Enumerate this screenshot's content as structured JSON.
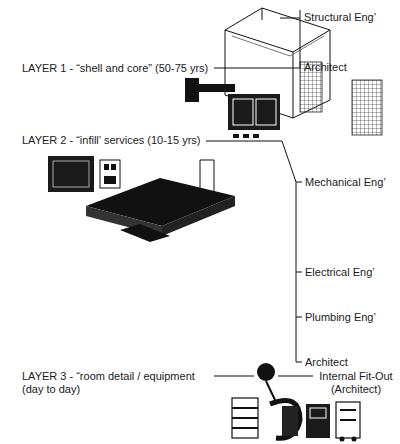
{
  "diagram": {
    "labels": [
      "LAYER 1 - “shell and core” (50-75 yrs)",
      "Structural Eng’",
      "Architect",
      "LAYER 2 - “infill’ services (10-15 yrs)",
      "Mechanical Eng’",
      "Electrical Eng’",
      "Plumbing Eng’",
      "Architect",
      "LAYER 3 - “room detail / equipment (day to day)",
      "Internal Fit-Out (Architect)"
    ]
  }
}
